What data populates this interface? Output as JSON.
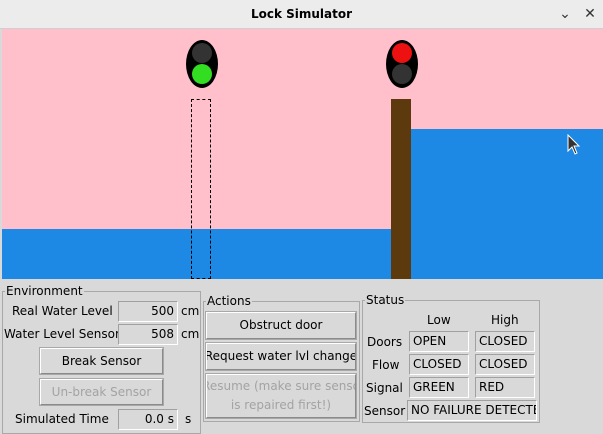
{
  "window": {
    "title": "Lock Simulator",
    "minimize_icon": "chevron-down-icon",
    "close_icon": "close-icon"
  },
  "canvas": {
    "colors": {
      "sky": "#ffc0cb",
      "water": "#1e88e5",
      "gate": "#5d3a0e",
      "light_off": "#333333",
      "green": "#33dd22",
      "red": "#ee1111"
    },
    "low_signal": "green",
    "high_signal": "red"
  },
  "environment": {
    "legend": "Environment",
    "real_level_label": "Real Water Level",
    "real_level_value": "500",
    "real_level_unit": "cm",
    "sensor_label": "Water Level Sensor",
    "sensor_value": "508",
    "sensor_unit": "cm",
    "break_sensor": "Break Sensor",
    "unbreak_sensor": "Un-break Sensor",
    "time_label": "Simulated Time",
    "time_value": "0.0 s",
    "time_unit": "s"
  },
  "actions": {
    "legend": "Actions",
    "obstruct": "Obstruct door",
    "request": "Request water lvl change",
    "resume_line1": "Resume (make sure senso",
    "resume_line2": "is repaired first!)"
  },
  "status": {
    "legend": "Status",
    "col_low": "Low",
    "col_high": "High",
    "rows": [
      {
        "label": "Doors",
        "low": "OPEN",
        "high": "CLOSED"
      },
      {
        "label": "Flow",
        "low": "CLOSED",
        "high": "CLOSED"
      },
      {
        "label": "Signal",
        "low": "GREEN",
        "high": "RED"
      }
    ],
    "sensor_label": "Sensor",
    "sensor_value": "NO FAILURE DETECTED"
  }
}
